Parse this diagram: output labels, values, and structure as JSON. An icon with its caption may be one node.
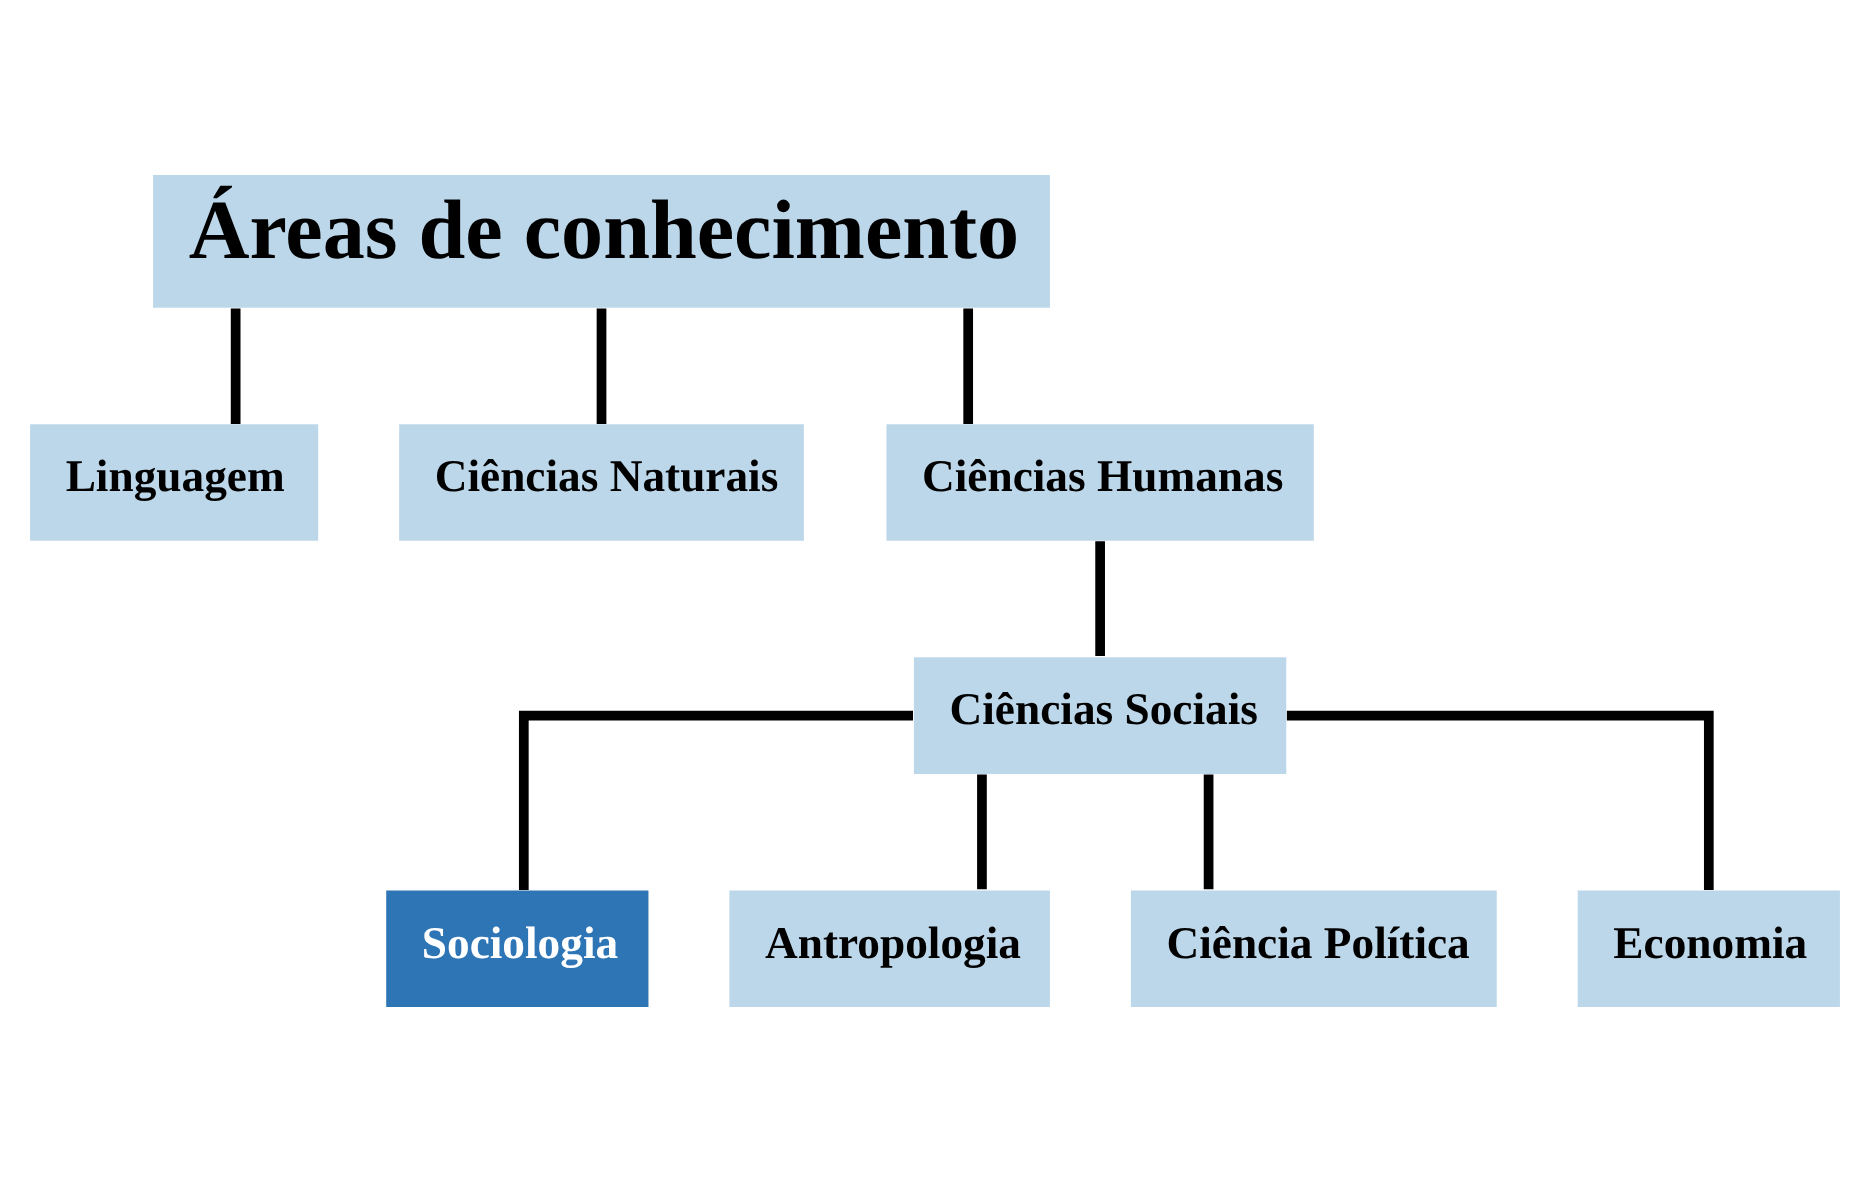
{
  "diagram": {
    "nodes": [
      {
        "text": [
          "Áreas de conhecimento"
        ]
      },
      {
        "text": [
          "Linguagem"
        ]
      },
      {
        "text": [
          "Ciências Naturais"
        ]
      },
      {
        "text": [
          "Ciências Humanas"
        ]
      },
      {
        "text": [
          "Ciências Sociais"
        ]
      },
      {
        "text": [
          "Sociologia"
        ]
      },
      {
        "text": [
          "Antropologia"
        ]
      },
      {
        "text": [
          "Ciência Política"
        ]
      },
      {
        "text": [
          "Economia"
        ]
      }
    ],
    "edges": [
      {
        "from": 0,
        "to": 1,
        "arrow": "none"
      },
      {
        "from": 0,
        "to": 2,
        "arrow": "none"
      },
      {
        "from": 0,
        "to": 3,
        "arrow": "none"
      },
      {
        "from": 3,
        "to": 4,
        "arrow": "none"
      },
      {
        "from": 4,
        "to": 5,
        "arrow": "none"
      },
      {
        "from": 4,
        "to": 6,
        "arrow": "none"
      },
      {
        "from": 4,
        "to": 7,
        "arrow": "none"
      },
      {
        "from": 4,
        "to": 8,
        "arrow": "none"
      }
    ]
  }
}
